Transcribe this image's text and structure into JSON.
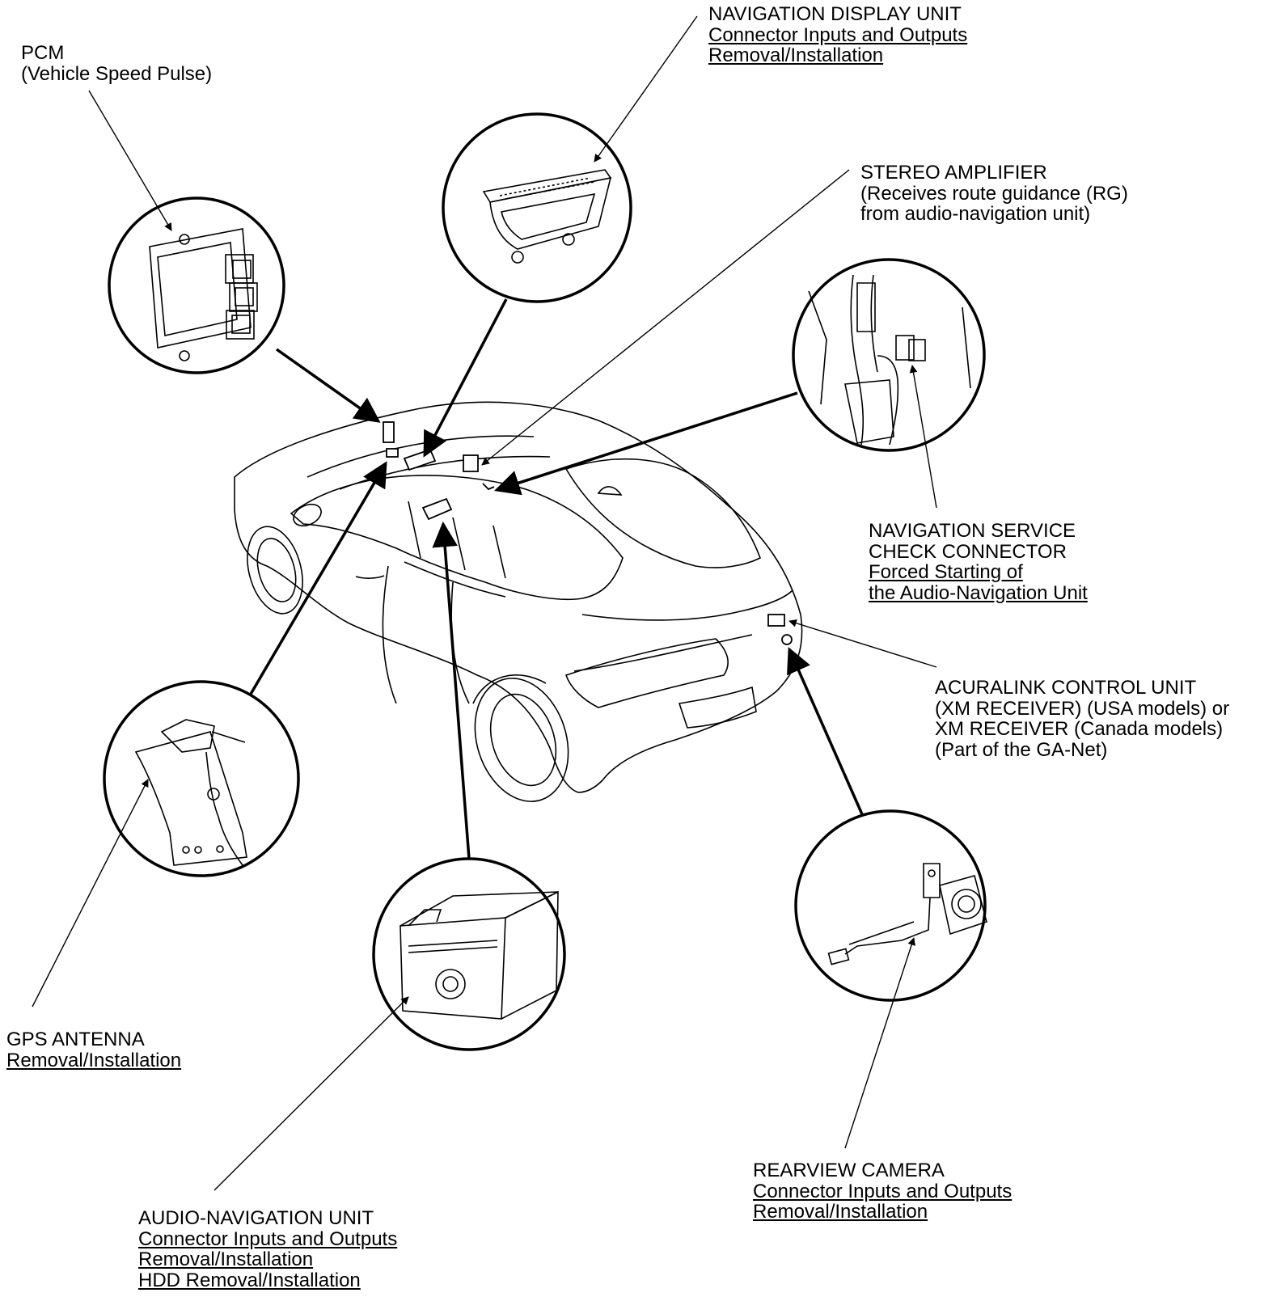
{
  "labels": {
    "pcm": {
      "title": "PCM",
      "sub": "(Vehicle Speed Pulse)"
    },
    "nav_display": {
      "title": "NAVIGATION DISPLAY UNIT",
      "links": [
        "Connector Inputs and Outputs",
        "Removal/Installation"
      ]
    },
    "stereo_amp": {
      "title": "STEREO AMPLIFIER",
      "sub1": "(Receives route guidance (RG)",
      "sub2": "from audio-navigation unit)"
    },
    "nav_check": {
      "title1": "NAVIGATION SERVICE",
      "title2": "CHECK CONNECTOR",
      "links": [
        "Forced Starting of",
        "the Audio-Navigation Unit"
      ]
    },
    "acuralink": {
      "line1": "ACURALINK CONTROL UNIT",
      "line2": "(XM RECEIVER) (USA models) or",
      "line3": "XM RECEIVER (Canada models)",
      "line4": "(Part of the GA-Net)"
    },
    "gps": {
      "title": "GPS ANTENNA",
      "links": [
        "Removal/Installation"
      ]
    },
    "audio_nav": {
      "title": "AUDIO-NAVIGATION UNIT",
      "links": [
        "Connector Inputs and Outputs",
        "Removal/Installation",
        "HDD Removal/Installation"
      ]
    },
    "camera": {
      "title": "REARVIEW CAMERA",
      "links": [
        "Connector Inputs and Outputs",
        "Removal/Installation"
      ]
    }
  },
  "icons": [
    "pcm-module-icon",
    "navigation-display-icon",
    "check-connector-icon",
    "gps-antenna-icon",
    "audio-navigation-unit-icon",
    "rearview-camera-icon",
    "vehicle-outline-icon"
  ]
}
